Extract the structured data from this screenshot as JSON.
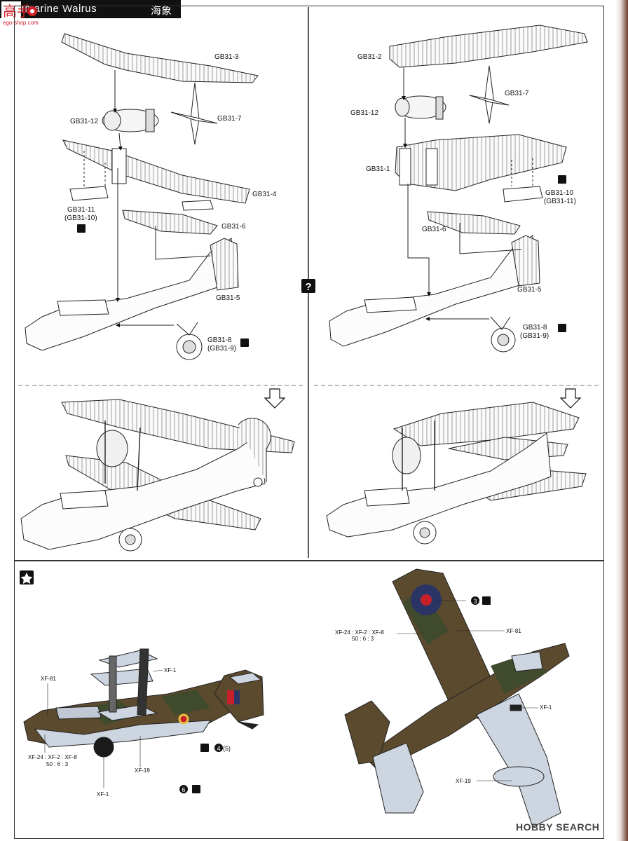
{
  "header": {
    "title": "rmarine Walrus",
    "title_cn": "海象",
    "logo_text": "高手",
    "logo_url": "ego-shop.com"
  },
  "top_left": {
    "labels": [
      "GB31-3",
      "GB31-12",
      "GB31-7",
      "GB31-4",
      "GB31-11",
      "(GB31-10)",
      "GB31-6",
      "GB31-5",
      "GB31-8",
      "(GB31-9)"
    ]
  },
  "top_right": {
    "labels": [
      "GB31-2",
      "GB31-7",
      "GB31-12",
      "GB31-1",
      "GB31-10",
      "(GB31-11)",
      "GB31-6",
      "GB31-5",
      "GB31-8",
      "(GB31-9)"
    ]
  },
  "help_icon": "?",
  "paint_side": {
    "labels": [
      "XF-1",
      "XF-81",
      "XF-24 : XF-2 : XF-8",
      "50 : 6 : 3",
      "XF-19",
      "XF-1"
    ],
    "decal_a": "4",
    "decal_a2": "(5)",
    "decal_b": "6"
  },
  "paint_top": {
    "labels": [
      "XF-24 : XF-2 : XF-8",
      "50 : 6 : 3",
      "XF-81",
      "XF-1",
      "XF-19"
    ],
    "decal": "3"
  },
  "colors": {
    "roundel_red": "#c8202a",
    "roundel_blue": "#2a3566",
    "camo_brown": "#5b4a2e",
    "camo_green": "#404a2c",
    "underside": "#cdd5e0"
  },
  "watermark": "HOBBY SEARCH"
}
